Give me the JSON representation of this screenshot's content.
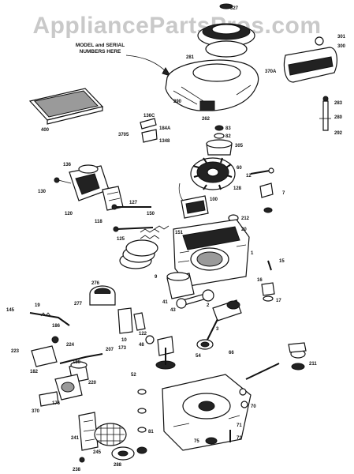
{
  "watermark": "AppliancePartsPros.com",
  "note": "MODEL and SERIAL NUMBERS HERE",
  "parts": [
    {
      "id": "p327",
      "label": "327"
    },
    {
      "id": "p281",
      "label": "281"
    },
    {
      "id": "p370a",
      "label": "370A"
    },
    {
      "id": "p290",
      "label": "290"
    },
    {
      "id": "p301",
      "label": "301"
    },
    {
      "id": "p300",
      "label": "300"
    },
    {
      "id": "p400",
      "label": "400"
    },
    {
      "id": "p262",
      "label": "262"
    },
    {
      "id": "p136c",
      "label": "136C"
    },
    {
      "id": "p3705",
      "label": "3705"
    },
    {
      "id": "p184a",
      "label": "184A"
    },
    {
      "id": "p1348",
      "label": "1348"
    },
    {
      "id": "p83",
      "label": "83"
    },
    {
      "id": "p82",
      "label": "82"
    },
    {
      "id": "p305",
      "label": "305"
    },
    {
      "id": "p283",
      "label": "283"
    },
    {
      "id": "p280",
      "label": "280"
    },
    {
      "id": "p292",
      "label": "292"
    },
    {
      "id": "p136",
      "label": "136"
    },
    {
      "id": "p130",
      "label": "130"
    },
    {
      "id": "p120",
      "label": "120"
    },
    {
      "id": "p118",
      "label": "118"
    },
    {
      "id": "p60",
      "label": "60"
    },
    {
      "id": "p12",
      "label": "12"
    },
    {
      "id": "p128",
      "label": "128"
    },
    {
      "id": "p7",
      "label": "7"
    },
    {
      "id": "p100",
      "label": "100"
    },
    {
      "id": "p212",
      "label": "212"
    },
    {
      "id": "p20",
      "label": "20"
    },
    {
      "id": "p127",
      "label": "127"
    },
    {
      "id": "p125",
      "label": "125"
    },
    {
      "id": "p150",
      "label": "150"
    },
    {
      "id": "p151",
      "label": "151"
    },
    {
      "id": "p276",
      "label": "276"
    },
    {
      "id": "p277",
      "label": "277"
    },
    {
      "id": "p15",
      "label": "15"
    },
    {
      "id": "p1",
      "label": "1"
    },
    {
      "id": "p9",
      "label": "9"
    },
    {
      "id": "p41",
      "label": "41"
    },
    {
      "id": "p43",
      "label": "43"
    },
    {
      "id": "p2",
      "label": "2"
    },
    {
      "id": "p3",
      "label": "3"
    },
    {
      "id": "p16",
      "label": "16"
    },
    {
      "id": "p17",
      "label": "17"
    },
    {
      "id": "p19",
      "label": "19"
    },
    {
      "id": "p145",
      "label": "145"
    },
    {
      "id": "p186",
      "label": "186"
    },
    {
      "id": "p10",
      "label": "10"
    },
    {
      "id": "p173",
      "label": "173"
    },
    {
      "id": "p122",
      "label": "122"
    },
    {
      "id": "p48",
      "label": "48"
    },
    {
      "id": "p52",
      "label": "52"
    },
    {
      "id": "p66",
      "label": "66"
    },
    {
      "id": "p224",
      "label": "224"
    },
    {
      "id": "p223",
      "label": "223"
    },
    {
      "id": "p182",
      "label": "182"
    },
    {
      "id": "p207",
      "label": "207"
    },
    {
      "id": "p150b",
      "label": "180"
    },
    {
      "id": "p220",
      "label": "220"
    },
    {
      "id": "p176",
      "label": "176"
    },
    {
      "id": "p370",
      "label": "370"
    },
    {
      "id": "p54",
      "label": "54"
    },
    {
      "id": "p211",
      "label": "211"
    },
    {
      "id": "p241",
      "label": "241"
    },
    {
      "id": "p245",
      "label": "245"
    },
    {
      "id": "p288",
      "label": "288"
    },
    {
      "id": "p238",
      "label": "238"
    },
    {
      "id": "p81",
      "label": "81"
    },
    {
      "id": "p70",
      "label": "70"
    },
    {
      "id": "p75",
      "label": "75"
    },
    {
      "id": "p71",
      "label": "71"
    },
    {
      "id": "p72",
      "label": "72"
    }
  ]
}
